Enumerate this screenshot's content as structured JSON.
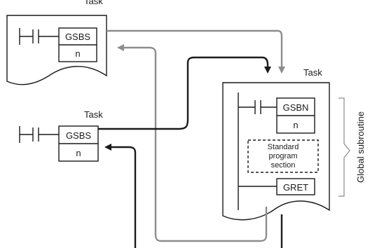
{
  "labels": {
    "task_top": "Task",
    "task_middle": "Task",
    "task_right": "Task",
    "global_subroutine": "Global subroutine"
  },
  "instructions": {
    "gsbs_top": "GSBS",
    "n_top": "n",
    "gsbs_middle": "GSBS",
    "n_middle": "n",
    "gsbn": "GSBN",
    "n_gsbn": "n",
    "gret": "GRET"
  },
  "standard_section": {
    "line1": "Standard",
    "line2": "program",
    "line3": "section"
  },
  "colors": {
    "black_line": "#1a1a1a",
    "gray_line": "#8c8c8c",
    "page_outline": "#1a1a1a"
  }
}
